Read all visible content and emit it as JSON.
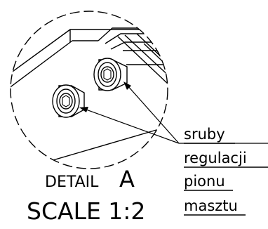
{
  "detail": {
    "title_prefix": "DETAIL",
    "title_letter": "A",
    "scale_label": "SCALE 1:2"
  },
  "callout": {
    "lines": [
      "sruby",
      "regulacji",
      "pionu",
      "masztu"
    ]
  },
  "colors": {
    "line": "#000000",
    "background": "#ffffff"
  }
}
